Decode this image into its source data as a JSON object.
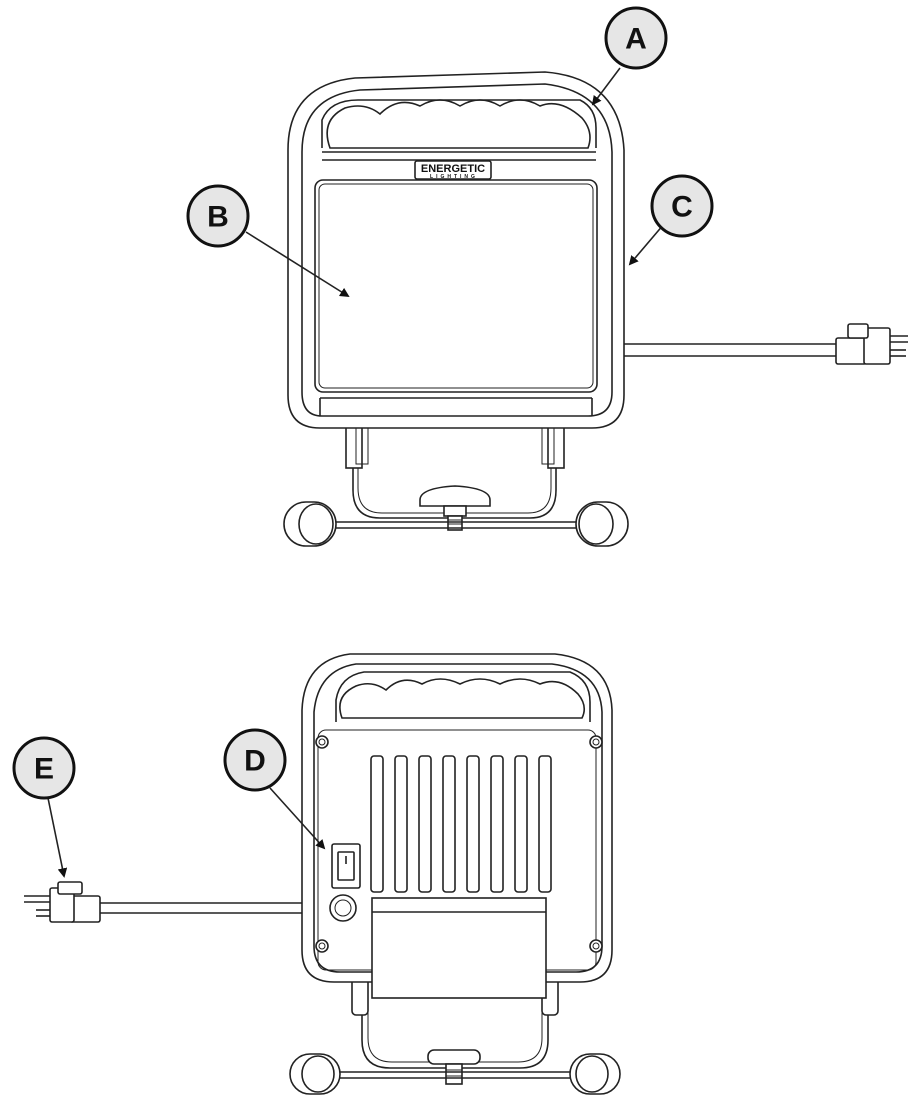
{
  "brand": {
    "name": "ENERGETIC",
    "sub": "LIGHTING"
  },
  "callouts": {
    "a": "A",
    "b": "B",
    "c": "C",
    "d": "D",
    "e": "E"
  }
}
